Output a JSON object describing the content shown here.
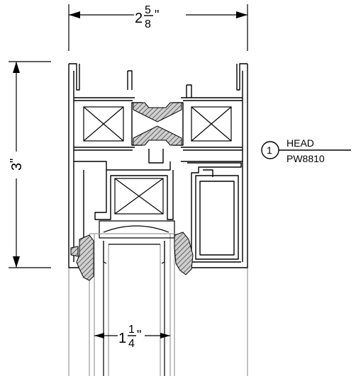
{
  "dimensions": {
    "width": {
      "whole": "2",
      "numerator": "5",
      "denominator": "8",
      "unit": "\""
    },
    "height": {
      "value": "3",
      "unit": "\""
    },
    "glass": {
      "whole": "1",
      "numerator": "1",
      "denominator": "4",
      "unit": "\""
    }
  },
  "callout": {
    "number": "1",
    "title": "HEAD",
    "part": "PW8810"
  },
  "colors": {
    "line": "#000000",
    "glass": "#9a9a9a",
    "gasket_fill": "#8a8a8a"
  }
}
